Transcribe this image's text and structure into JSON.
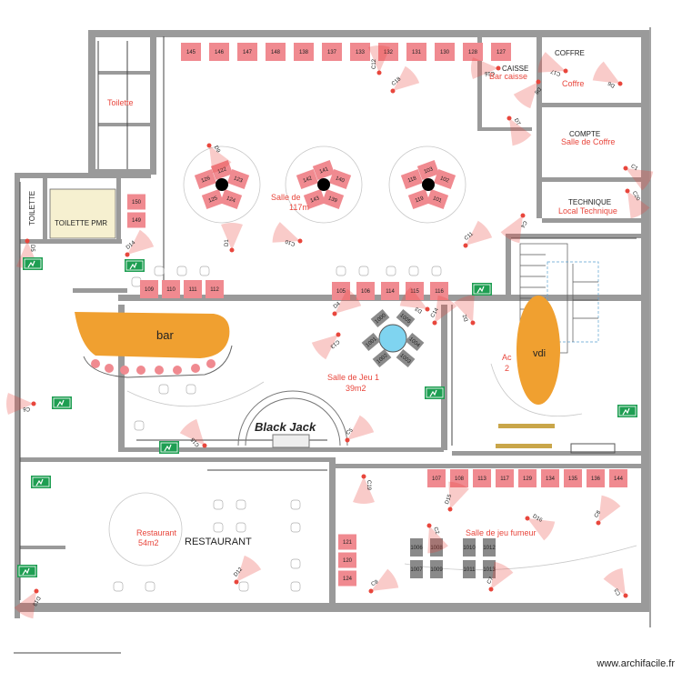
{
  "rooms": {
    "coffre": "COFFRE",
    "coffre_red": "Coffre",
    "caisse": "CAISSE",
    "bar_caisse": "Bar caisse",
    "compte": "COMPTE",
    "salle_coffre": "Salle de Coffre",
    "technique": "TECHNIQUE",
    "local_technique": "Local Technique",
    "toilette": "TOILETTE",
    "toilette_red": "Toilette",
    "toilette_pmr": "TOILETTE PMR",
    "salle_de": "Salle de",
    "salle_de_area": "117m",
    "bar": "bar",
    "vdi": "vdi",
    "salle_jeu1": "Salle de Jeu 1",
    "salle_jeu1_area": "39m2",
    "black_jack": "Black Jack",
    "restaurant_red": "Restaurant",
    "restaurant_area": "54m2",
    "restaurant": "RESTAURANT",
    "salle_fumeur": "Salle de jeu fumeur",
    "ac": "Ac",
    "ac_num": "2"
  },
  "watermark": "www.archifacile.fr",
  "machines": {
    "top_row": [
      "145",
      "146",
      "147",
      "148",
      "138",
      "137",
      "133",
      "132",
      "131",
      "130",
      "128",
      "127"
    ],
    "cluster1": [
      "122",
      "126",
      "123",
      "125",
      "124"
    ],
    "cluster2": [
      "141",
      "142",
      "140",
      "143",
      "139"
    ],
    "cluster3": [
      "103",
      "118",
      "102",
      "119",
      "101"
    ],
    "left_pair": [
      "150",
      "149"
    ],
    "mid_left_row": [
      "109",
      "110",
      "111",
      "112"
    ],
    "mid_right_row": [
      "105",
      "106",
      "114",
      "115",
      "116"
    ],
    "bottom_right_row": [
      "107",
      "108",
      "113",
      "117",
      "129",
      "134",
      "135",
      "136",
      "144"
    ],
    "bottom_left_col": [
      "121",
      "120",
      "124"
    ],
    "roulette": [
      "1000",
      "1005",
      "1001",
      "1004",
      "1002",
      "1003"
    ],
    "fumeur_tables": [
      "1006",
      "1008",
      "1010",
      "1012",
      "1007",
      "1009",
      "1011",
      "1013"
    ]
  },
  "cameras": [
    "C16",
    "C17",
    "C1",
    "C20",
    "C4",
    "C10",
    "C11",
    "C13",
    "C14",
    "C15",
    "C5",
    "C6",
    "C3",
    "C2",
    "C8",
    "C9",
    "C7",
    "C12",
    "C18",
    "C19",
    "D1",
    "D8",
    "D9",
    "D12",
    "D13",
    "D14",
    "D15",
    "D16",
    "D2",
    "D3",
    "D4",
    "D5",
    "D6",
    "D7"
  ],
  "colors": {
    "wall": "#9a9a9a",
    "machine": "#f08a90",
    "camera": "#e8463c",
    "bar": "#f0a030",
    "toilet_pmr": "#f6f0d0",
    "exit": "#1e9e52",
    "roulette": "#8a8a8a",
    "pool": "#7fd4f0"
  }
}
